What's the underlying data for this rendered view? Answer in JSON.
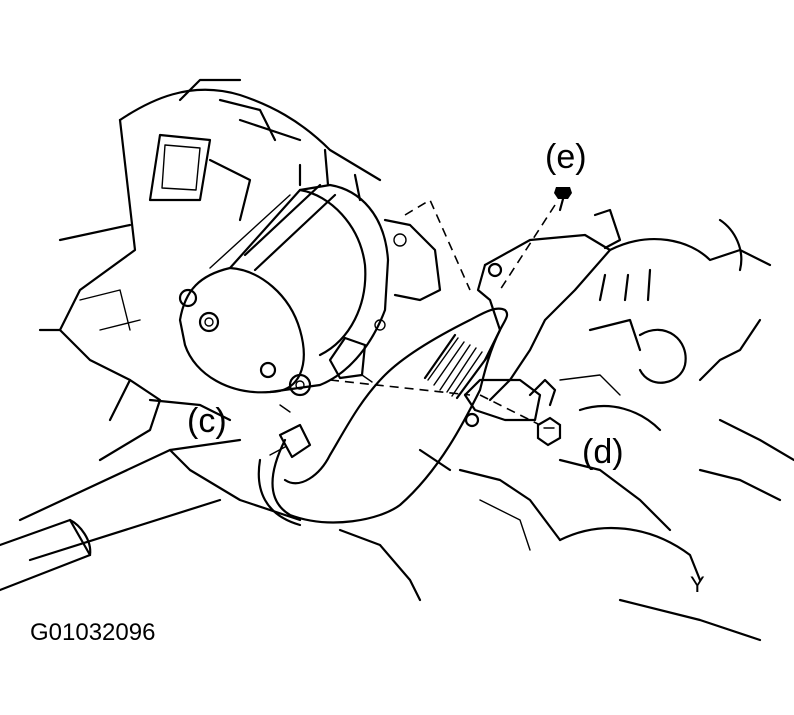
{
  "diagram": {
    "callouts": [
      {
        "id": "c",
        "label": "(c)"
      },
      {
        "id": "d",
        "label": "(d)"
      },
      {
        "id": "e",
        "label": "(e)"
      }
    ],
    "corner_mark": "Y",
    "figure_id": "G01032096"
  },
  "colors": {
    "line": "#000000",
    "background": "#ffffff"
  }
}
